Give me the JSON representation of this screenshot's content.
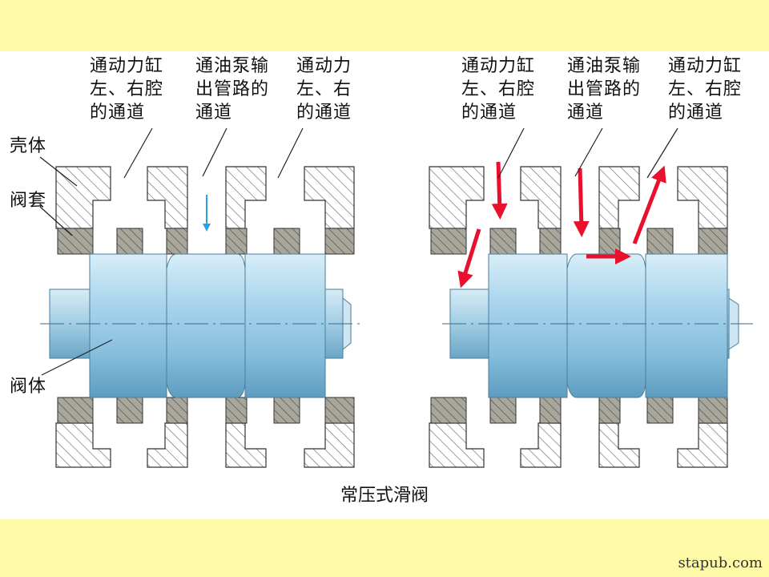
{
  "left_diagram": {
    "labels_top": [
      [
        "通动力缸",
        "左、右腔",
        "的通道"
      ],
      [
        "通油泵输",
        "出管路的",
        "通道"
      ],
      [
        "通动力",
        "左、右",
        "的通道"
      ]
    ]
  },
  "right_diagram": {
    "labels_top": [
      [
        "通动力缸",
        "左、右腔",
        "的通道"
      ],
      [
        "通油泵输",
        "出管路的",
        "通道"
      ],
      [
        "通动力缸",
        "左、右腔",
        "的通道"
      ]
    ]
  },
  "side_labels": {
    "housing": "壳体",
    "sleeve": "阀套",
    "valve_body": "阀体"
  },
  "caption": "常压式滑阀",
  "watermark": "stapub.com",
  "colors": {
    "background": "#fcf8b8",
    "spool_blue": "#9ccce6",
    "sleeve_gray": "#a8a59a",
    "flow_arrow_red": "#e8102c",
    "flow_arrow_blue": "#2aa0e0"
  }
}
